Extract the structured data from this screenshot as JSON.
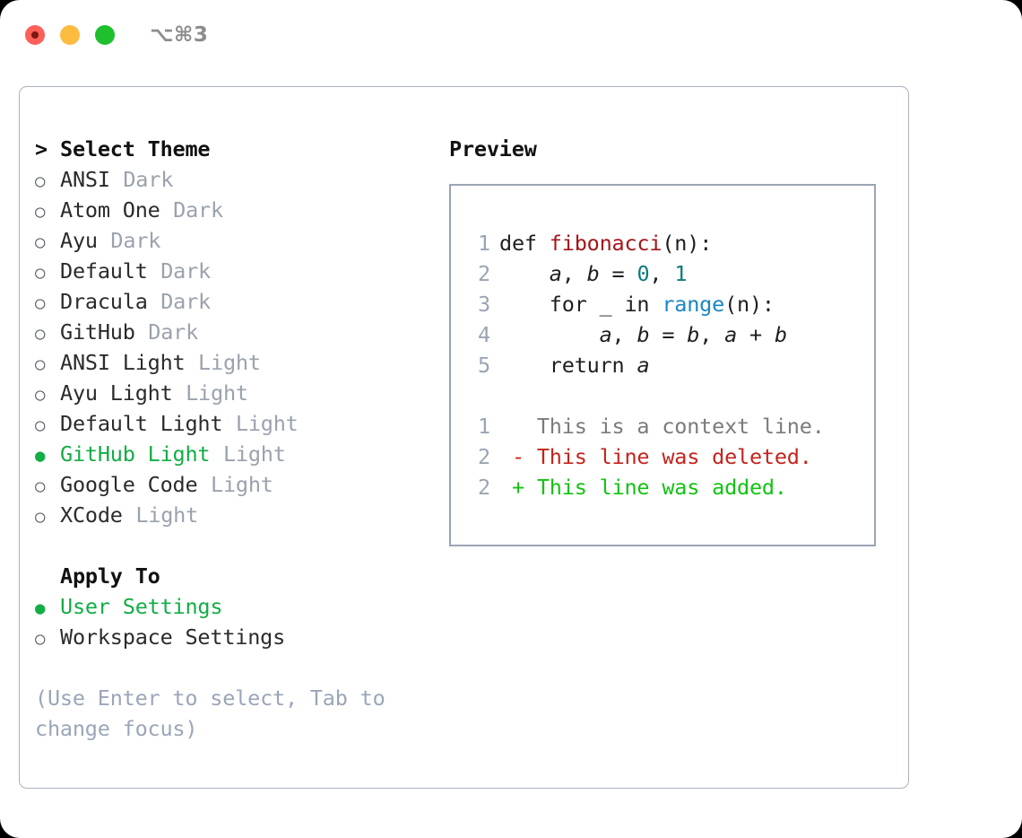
{
  "titlebar": {
    "shortcut": "⌥⌘3",
    "buttons": [
      "close",
      "minimize",
      "maximize"
    ]
  },
  "theme_section": {
    "caret": ">",
    "header": "Select Theme",
    "bullet_unselected": "○",
    "bullet_selected": "●",
    "items": [
      {
        "label": "ANSI",
        "category": "Dark",
        "selected": false
      },
      {
        "label": "Atom One",
        "category": "Dark",
        "selected": false
      },
      {
        "label": "Ayu",
        "category": "Dark",
        "selected": false
      },
      {
        "label": "Default",
        "category": "Dark",
        "selected": false
      },
      {
        "label": "Dracula",
        "category": "Dark",
        "selected": false
      },
      {
        "label": "GitHub",
        "category": "Dark",
        "selected": false
      },
      {
        "label": "ANSI Light",
        "category": "Light",
        "selected": false
      },
      {
        "label": "Ayu Light",
        "category": "Light",
        "selected": false
      },
      {
        "label": "Default Light",
        "category": "Light",
        "selected": false
      },
      {
        "label": "GitHub Light",
        "category": "Light",
        "selected": true
      },
      {
        "label": "Google Code",
        "category": "Light",
        "selected": false
      },
      {
        "label": "XCode",
        "category": "Light",
        "selected": false
      }
    ]
  },
  "apply_section": {
    "header": "Apply To",
    "items": [
      {
        "label": "User Settings",
        "selected": true
      },
      {
        "label": "Workspace Settings",
        "selected": false
      }
    ]
  },
  "help": {
    "text": "(Use Enter to select, Tab to change focus)"
  },
  "preview": {
    "title": "Preview",
    "code_lines": [
      {
        "lineno": "1",
        "tokens": [
          {
            "text": "def ",
            "type": "kw"
          },
          {
            "text": "fibonacci",
            "type": "fn"
          },
          {
            "text": "(n):",
            "type": "plain"
          }
        ]
      },
      {
        "lineno": "2",
        "tokens": [
          {
            "text": "    ",
            "type": "plain"
          },
          {
            "text": "a",
            "type": "var"
          },
          {
            "text": ", ",
            "type": "plain"
          },
          {
            "text": "b",
            "type": "var"
          },
          {
            "text": " = ",
            "type": "plain"
          },
          {
            "text": "0",
            "type": "num"
          },
          {
            "text": ", ",
            "type": "plain"
          },
          {
            "text": "1",
            "type": "num"
          }
        ]
      },
      {
        "lineno": "3",
        "tokens": [
          {
            "text": "    for _ in ",
            "type": "plain"
          },
          {
            "text": "range",
            "type": "call"
          },
          {
            "text": "(n):",
            "type": "plain"
          }
        ]
      },
      {
        "lineno": "4",
        "tokens": [
          {
            "text": "        ",
            "type": "plain"
          },
          {
            "text": "a",
            "type": "var"
          },
          {
            "text": ", ",
            "type": "plain"
          },
          {
            "text": "b",
            "type": "var"
          },
          {
            "text": " = ",
            "type": "plain"
          },
          {
            "text": "b",
            "type": "var"
          },
          {
            "text": ", ",
            "type": "plain"
          },
          {
            "text": "a",
            "type": "var"
          },
          {
            "text": " + ",
            "type": "plain"
          },
          {
            "text": "b",
            "type": "var"
          }
        ]
      },
      {
        "lineno": "5",
        "tokens": [
          {
            "text": "    return ",
            "type": "plain"
          },
          {
            "text": "a",
            "type": "var"
          }
        ]
      }
    ],
    "diff_lines": [
      {
        "lineno": "1",
        "marker": " ",
        "text": "This is a context line.",
        "kind": "context"
      },
      {
        "lineno": "2",
        "marker": "-",
        "text": "This line was deleted.",
        "kind": "deleted"
      },
      {
        "lineno": "2",
        "marker": "+",
        "text": "This line was added.",
        "kind": "added"
      }
    ]
  },
  "colors": {
    "selected_green": "#12ad45",
    "diff_added": "#12c312",
    "diff_deleted": "#c4241c",
    "muted_gray": "#9aa2ad",
    "help_blue_gray": "#9aa6b8",
    "panel_border": "#aab3c0",
    "preview_border": "#9aa5b4",
    "syntax_function": "#a3161b",
    "syntax_number": "#0d7c7c",
    "syntax_call": "#1a86c2",
    "traffic_red": "#fc6058",
    "traffic_yellow": "#fdbc40",
    "traffic_green": "#1fc02d"
  }
}
